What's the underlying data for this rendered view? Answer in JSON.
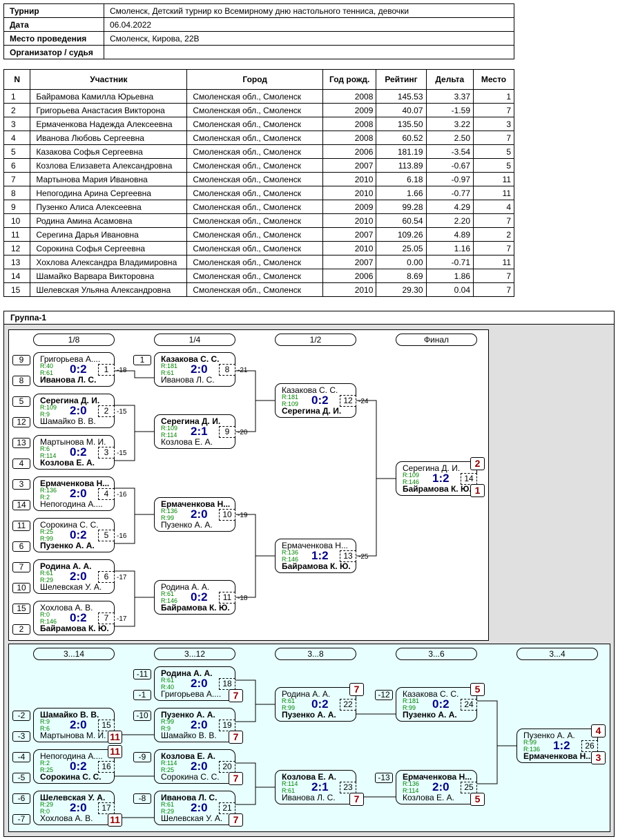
{
  "info": [
    {
      "label": "Турнир",
      "value": "Смоленск, Детский турнир ко Всемирному дню настольного тенниса, девочки"
    },
    {
      "label": "Дата",
      "value": "06.04.2022"
    },
    {
      "label": "Место проведения",
      "value": "Смоленск, Кирова, 22В"
    },
    {
      "label": "Организатор / судья",
      "value": ""
    }
  ],
  "participants": {
    "headers": [
      "N",
      "Участник",
      "Город",
      "Год рожд.",
      "Рейтинг",
      "Дельта",
      "Место"
    ],
    "rows": [
      [
        "1",
        "Байрамова Камилла Юрьевна",
        "Смоленская обл., Смоленск",
        "2008",
        "145.53",
        "3.37",
        "1"
      ],
      [
        "2",
        "Григорьева Анастасия Викторона",
        "Смоленская обл., Смоленск",
        "2009",
        "40.07",
        "-1.59",
        "7"
      ],
      [
        "3",
        "Ермаченкова Надежда Алексеевна",
        "Смоленская обл., Смоленск",
        "2008",
        "135.50",
        "3.22",
        "3"
      ],
      [
        "4",
        "Иванова Любовь Сергеевна",
        "Смоленская обл., Смоленск",
        "2008",
        "60.52",
        "2.50",
        "7"
      ],
      [
        "5",
        "Казакова Софья Сергеевна",
        "Смоленская обл., Смоленск",
        "2006",
        "181.19",
        "-3.54",
        "5"
      ],
      [
        "6",
        "Козлова Елизавета Александровна",
        "Смоленская обл., Смоленск",
        "2007",
        "113.89",
        "-0.67",
        "5"
      ],
      [
        "7",
        "Мартынова Мария Ивановна",
        "Смоленская обл., Смоленск",
        "2010",
        "6.18",
        "-0.97",
        "11"
      ],
      [
        "8",
        "Непогодина Арина Сергеевна",
        "Смоленская обл., Смоленск",
        "2010",
        "1.66",
        "-0.77",
        "11"
      ],
      [
        "9",
        "Пузенко Алиса Алексеевна",
        "Смоленская обл., Смоленск",
        "2009",
        "99.28",
        "4.29",
        "4"
      ],
      [
        "10",
        "Родина Амина Асамовна",
        "Смоленская обл., Смоленск",
        "2010",
        "60.54",
        "2.20",
        "7"
      ],
      [
        "11",
        "Серегина Дарья Ивановна",
        "Смоленская обл., Смоленск",
        "2007",
        "109.26",
        "4.89",
        "2"
      ],
      [
        "12",
        "Сорокина Софья Сергеевна",
        "Смоленская обл., Смоленск",
        "2010",
        "25.05",
        "1.16",
        "7"
      ],
      [
        "13",
        "Хохлова Александра Владимировна",
        "Смоленская обл., Смоленск",
        "2007",
        "0.00",
        "-0.71",
        "11"
      ],
      [
        "14",
        "Шамайко Варвара Викторовна",
        "Смоленская обл., Смоленск",
        "2006",
        "8.69",
        "1.86",
        "7"
      ],
      [
        "15",
        "Шелевская Ульяна Александровна",
        "Смоленская обл., Смоленск",
        "2010",
        "29.30",
        "0.04",
        "7"
      ]
    ]
  },
  "group": {
    "title": "Группа-1",
    "main_rounds": [
      "1/8",
      "1/4",
      "1/2",
      "Финал"
    ],
    "consolation_rounds": [
      "3...14",
      "3...12",
      "3...8",
      "3...6",
      "3...4"
    ],
    "matches": [
      {
        "n": "1",
        "top": "Григорьева А....",
        "tr": "R:40",
        "bot": "Иванова Л. С.",
        "br": "R:61",
        "score": "0:2",
        "win": "bot",
        "seeds": [
          "9",
          "8"
        ],
        "loser_to": "-18"
      },
      {
        "n": "2",
        "top": "Серегина Д. И.",
        "tr": "R:109",
        "bot": "Шамайко В. В.",
        "br": "R:9",
        "score": "2:0",
        "win": "top",
        "seeds": [
          "5",
          "12"
        ],
        "loser_to": "-15"
      },
      {
        "n": "3",
        "top": "Мартынова М. И.",
        "tr": "R:6",
        "bot": "Козлова Е. А.",
        "br": "R:114",
        "score": "0:2",
        "win": "bot",
        "seeds": [
          "13",
          "4"
        ],
        "loser_to": "-15"
      },
      {
        "n": "4",
        "top": "Ермаченкова Н...",
        "tr": "R:136",
        "bot": "Непогодина А....",
        "br": "R:2",
        "score": "2:0",
        "win": "top",
        "seeds": [
          "3",
          "14"
        ],
        "loser_to": "-16"
      },
      {
        "n": "5",
        "top": "Сорокина С. С.",
        "tr": "R:25",
        "bot": "Пузенко А. А.",
        "br": "R:99",
        "score": "0:2",
        "win": "bot",
        "seeds": [
          "11",
          "6"
        ],
        "loser_to": "-16"
      },
      {
        "n": "6",
        "top": "Родина А. А.",
        "tr": "R:61",
        "bot": "Шелевская У. А.",
        "br": "R:29",
        "score": "2:0",
        "win": "top",
        "seeds": [
          "7",
          "10"
        ],
        "loser_to": "-17"
      },
      {
        "n": "7",
        "top": "Хохлова А. В.",
        "tr": "R:0",
        "bot": "Байрамова К. Ю.",
        "br": "R:146",
        "score": "0:2",
        "win": "bot",
        "seeds": [
          "15",
          "2"
        ],
        "loser_to": "-17"
      },
      {
        "n": "8",
        "top": "Казакова С. С.",
        "tr": "R:181",
        "bot": "Иванова Л. С.",
        "br": "R:61",
        "score": "2:0",
        "win": "top",
        "seeds": [
          "1",
          ""
        ],
        "loser_to": "-21"
      },
      {
        "n": "9",
        "top": "Серегина Д. И.",
        "tr": "R:109",
        "bot": "Козлова Е. А.",
        "br": "R:114",
        "score": "2:1",
        "win": "top",
        "loser_to": "-20"
      },
      {
        "n": "10",
        "top": "Ермаченкова Н...",
        "tr": "R:136",
        "bot": "Пузенко А. А.",
        "br": "R:99",
        "score": "2:0",
        "win": "top",
        "loser_to": "-19"
      },
      {
        "n": "11",
        "top": "Родина А. А.",
        "tr": "R:61",
        "bot": "Байрамова К. Ю.",
        "br": "R:146",
        "score": "0:2",
        "win": "bot",
        "loser_to": "-18"
      },
      {
        "n": "12",
        "top": "Казакова С. С.",
        "tr": "R:181",
        "bot": "Серегина Д. И.",
        "br": "R:109",
        "score": "0:2",
        "win": "bot",
        "loser_to": "-24"
      },
      {
        "n": "13",
        "top": "Ермаченкова Н...",
        "tr": "R:136",
        "bot": "Байрамова К. Ю.",
        "br": "R:146",
        "score": "1:2",
        "win": "bot",
        "loser_to": "-25"
      },
      {
        "n": "14",
        "top": "Серегина Д. И.",
        "tr": "R:109",
        "bot": "Байрамова К. Ю.",
        "br": "R:146",
        "score": "1:2",
        "win": "bot",
        "badges": [
          "2",
          "1"
        ]
      },
      {
        "n": "15",
        "top": "Шамайко В. В.",
        "tr": "R:9",
        "bot": "Мартынова М. И.",
        "br": "R:6",
        "score": "2:0",
        "win": "top",
        "seeds": [
          "-2",
          "-3"
        ],
        "badges": [
          "",
          "11"
        ]
      },
      {
        "n": "16",
        "top": "Непогодина А....",
        "tr": "R:2",
        "bot": "Сорокина С. С.",
        "br": "R:25",
        "score": "0:2",
        "win": "bot",
        "seeds": [
          "-4",
          "-5"
        ],
        "badges": [
          "11",
          ""
        ]
      },
      {
        "n": "17",
        "top": "Шелевская У. А.",
        "tr": "R:29",
        "bot": "Хохлова А. В.",
        "br": "R:0",
        "score": "2:0",
        "win": "top",
        "seeds": [
          "-6",
          "-7"
        ],
        "badges": [
          "",
          "11"
        ]
      },
      {
        "n": "18",
        "top": "Родина А. А.",
        "tr": "R:61",
        "bot": "Григорьева А....",
        "br": "R:40",
        "score": "2:0",
        "win": "top",
        "seeds": [
          "-11",
          "-1"
        ],
        "badges": [
          "",
          "7"
        ]
      },
      {
        "n": "19",
        "top": "Пузенко А. А.",
        "tr": "R:99",
        "bot": "Шамайко В. В.",
        "br": "R:9",
        "score": "2:0",
        "win": "top",
        "seeds": [
          "-10",
          ""
        ],
        "badges": [
          "",
          "7"
        ]
      },
      {
        "n": "20",
        "top": "Козлова Е. А.",
        "tr": "R:114",
        "bot": "Сорокина С. С.",
        "br": "R:25",
        "score": "2:0",
        "win": "top",
        "seeds": [
          "-9",
          ""
        ],
        "badges": [
          "",
          "7"
        ]
      },
      {
        "n": "21",
        "top": "Иванова Л. С.",
        "tr": "R:61",
        "bot": "Шелевская У. А.",
        "br": "R:29",
        "score": "2:0",
        "win": "top",
        "seeds": [
          "-8",
          ""
        ],
        "badges": [
          "",
          "7"
        ]
      },
      {
        "n": "22",
        "top": "Родина А. А.",
        "tr": "R:61",
        "bot": "Пузенко А. А.",
        "br": "R:99",
        "score": "0:2",
        "win": "bot",
        "badges": [
          "7",
          ""
        ]
      },
      {
        "n": "23",
        "top": "Козлова Е. А.",
        "tr": "R:114",
        "bot": "Иванова Л. С.",
        "br": "R:61",
        "score": "2:1",
        "win": "top",
        "badges": [
          "",
          "7"
        ]
      },
      {
        "n": "24",
        "top": "Казакова С. С.",
        "tr": "R:181",
        "bot": "Пузенко А. А.",
        "br": "R:99",
        "score": "0:2",
        "win": "bot",
        "seeds": [
          "-12",
          ""
        ],
        "badges": [
          "5",
          ""
        ]
      },
      {
        "n": "25",
        "top": "Ермаченкова Н...",
        "tr": "R:136",
        "bot": "Козлова Е. А.",
        "br": "R:114",
        "score": "2:0",
        "win": "top",
        "seeds": [
          "-13",
          ""
        ],
        "badges": [
          "",
          "5"
        ]
      },
      {
        "n": "26",
        "top": "Пузенко А. А.",
        "tr": "R:99",
        "bot": "Ермаченкова Н...",
        "br": "R:136",
        "score": "1:2",
        "win": "bot",
        "badges": [
          "4",
          "3"
        ]
      }
    ]
  }
}
